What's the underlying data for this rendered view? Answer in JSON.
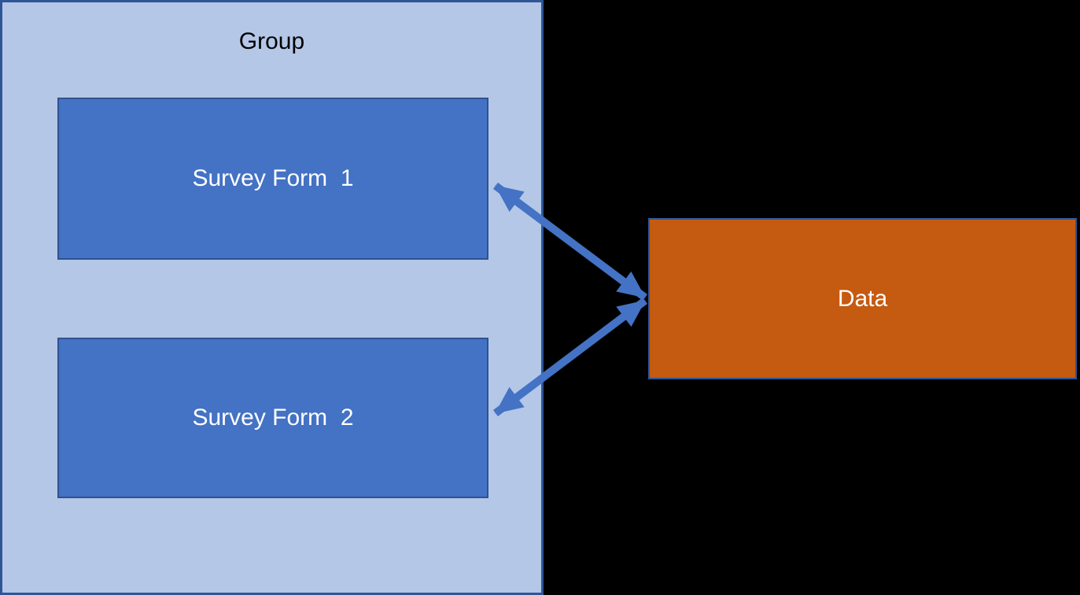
{
  "diagram": {
    "background_color": "#000000",
    "group": {
      "label": "Group",
      "fill": "#B4C7E7",
      "border_color": "#2E5597",
      "text_color": "#000000"
    },
    "nodes": [
      {
        "id": "survey-form-1",
        "label": "Survey Form  1",
        "fill": "#4472C4",
        "border_color": "#2F528F",
        "text_color": "#FFFFFF"
      },
      {
        "id": "survey-form-2",
        "label": "Survey Form  2",
        "fill": "#4472C4",
        "border_color": "#2F528F",
        "text_color": "#FFFFFF"
      },
      {
        "id": "data",
        "label": "Data",
        "fill": "#C55A11",
        "border_color": "#2F5597",
        "text_color": "#FFFFFF"
      }
    ],
    "connectors": [
      {
        "from": "survey-form-1",
        "to": "data",
        "style": "double-headed-arrow",
        "color": "#4472C4"
      },
      {
        "from": "survey-form-2",
        "to": "data",
        "style": "double-headed-arrow",
        "color": "#4472C4"
      }
    ]
  }
}
